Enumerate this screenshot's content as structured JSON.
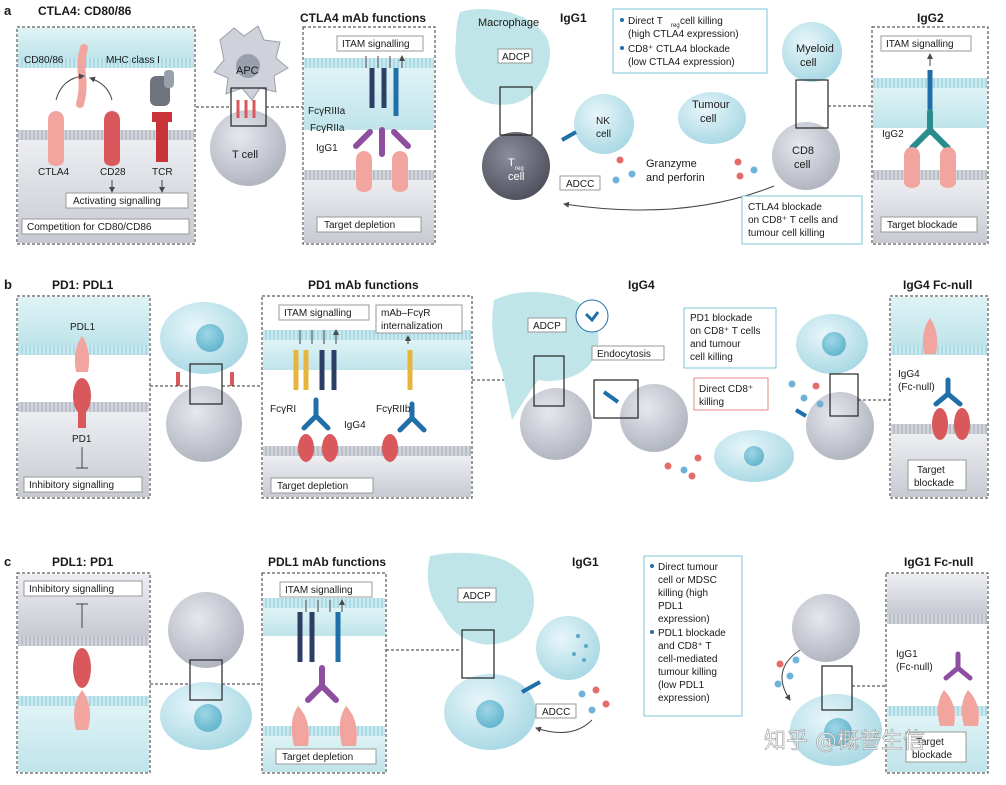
{
  "panel_a": {
    "letter": "a",
    "title": "CTLA4: CD80/86",
    "lbl_cd80": "CD80/86",
    "lbl_mhc": "MHC class I",
    "lbl_ctla4": "CTLA4",
    "lbl_cd28": "CD28",
    "lbl_tcr": "TCR",
    "lbl_activating": "Activating signalling",
    "lbl_competition": "Competition for CD80/CD86",
    "lbl_apc": "APC",
    "lbl_tcell": "T cell",
    "mab_title": "CTLA4 mAb functions",
    "lbl_itam": "ITAM signalling",
    "lbl_fcgr3a": "FcγRIIIa",
    "lbl_fcgr2a": "FcγRIIa",
    "lbl_igg1": "IgG1",
    "lbl_depletion": "Target depletion",
    "igg1_title": "IgG1",
    "lbl_macrophage": "Macrophage",
    "lbl_adcp": "ADCP",
    "lbl_treg": "T",
    "lbl_treg_sub": "reg",
    "lbl_treg_cell": "cell",
    "lbl_nk": "NK",
    "lbl_nk_cell": "cell",
    "lbl_adcc": "ADCC",
    "lbl_granzyme": "Granzyme",
    "lbl_perforin": "and perforin",
    "lbl_tumour": "Tumour",
    "lbl_tumour_cell": "cell",
    "lbl_cd8": "CD8",
    "lbl_cd8_cell": "cell",
    "lbl_myeloid": "Myeloid",
    "lbl_myeloid_cell": "cell",
    "bullet1_l1a": "Direct T",
    "bullet1_sub": "reg",
    "bullet1_l1b": " cell killing",
    "bullet1_l2": "(high CTLA4 expression)",
    "bullet2_l1": "CD8⁺ CTLA4 blockade",
    "bullet2_l2": "(low CTLA4 expression)",
    "blockade_l1": "CTLA4 blockade",
    "blockade_l2": "on CD8⁺ T cells and",
    "blockade_l3": "tumour cell killing",
    "igg2_title": "IgG2",
    "lbl_itam2": "ITAM signalling",
    "lbl_igg2": "IgG2",
    "lbl_blockade": "Target blockade"
  },
  "panel_b": {
    "letter": "b",
    "title": "PD1: PDL1",
    "lbl_pdl1": "PDL1",
    "lbl_pd1": "PD1",
    "lbl_inhibitory": "Inhibitory signalling",
    "mab_title": "PD1 mAb functions",
    "lbl_itam": "ITAM signalling",
    "lbl_intern_l1": "mAb–FcγR",
    "lbl_intern_l2": "internalization",
    "lbl_fcgr1": "FcγRI",
    "lbl_igg4": "IgG4",
    "lbl_fcgr2b": "FcγRIIb",
    "lbl_depletion": "Target depletion",
    "igg4_title": "IgG4",
    "lbl_adcp": "ADCP",
    "lbl_endocytosis": "Endocytosis",
    "blockade_l1": "PD1 blockade",
    "blockade_l2": "on CD8⁺ T cells",
    "blockade_l3": "and tumour",
    "blockade_l4": "cell killing",
    "direct_l1": "Direct CD8⁺",
    "direct_l2": "killing",
    "fcnull_title": "IgG4 Fc-null",
    "lbl_igg4_fcnull_l1": "IgG4",
    "lbl_igg4_fcnull_l2": "(Fc-null)",
    "lbl_target_l1": "Target",
    "lbl_target_l2": "blockade"
  },
  "panel_c": {
    "letter": "c",
    "title": "PDL1: PD1",
    "lbl_inhibitory": "Inhibitory signalling",
    "mab_title": "PDL1 mAb functions",
    "lbl_itam": "ITAM signalling",
    "lbl_depletion": "Target depletion",
    "igg1_title": "IgG1",
    "lbl_adcp": "ADCP",
    "lbl_adcc": "ADCC",
    "b1_l1": "Direct tumour",
    "b1_l2": "cell or MDSC",
    "b1_l3": "killing (high",
    "b1_l4": "PDL1",
    "b1_l5": "expression)",
    "b2_l1": "PDL1 blockade",
    "b2_l2": "and CD8⁺ T",
    "b2_l3": "cell-mediated",
    "b2_l4": "tumour killing",
    "b2_l5": "(low PDL1",
    "b2_l6": "expression)",
    "fcnull_title": "IgG1 Fc-null",
    "lbl_igg1_fcnull_l1": "IgG1",
    "lbl_igg1_fcnull_l2": "(Fc-null)",
    "lbl_target_l1": "Target",
    "lbl_target_l2": "blockade"
  },
  "watermark": "知乎 @概普生信",
  "colors": {
    "membrane": "#cfeaf0",
    "membrane_grey": "#c9ccd4",
    "receptor_pink": "#f2a49f",
    "receptor_red": "#d9585c",
    "antibody_blue": "#1f6fa8",
    "antibody_dark": "#2c3e66",
    "fcr_purple": "#8e4fa0",
    "fcr_yellow": "#e7b53c",
    "igg2_teal": "#2a8c8c",
    "macrophage": "#bfe5e8",
    "tcell_grey": "#cfd2da",
    "treg_dark": "#5f6270",
    "box_blue": "#7ec6d8"
  }
}
